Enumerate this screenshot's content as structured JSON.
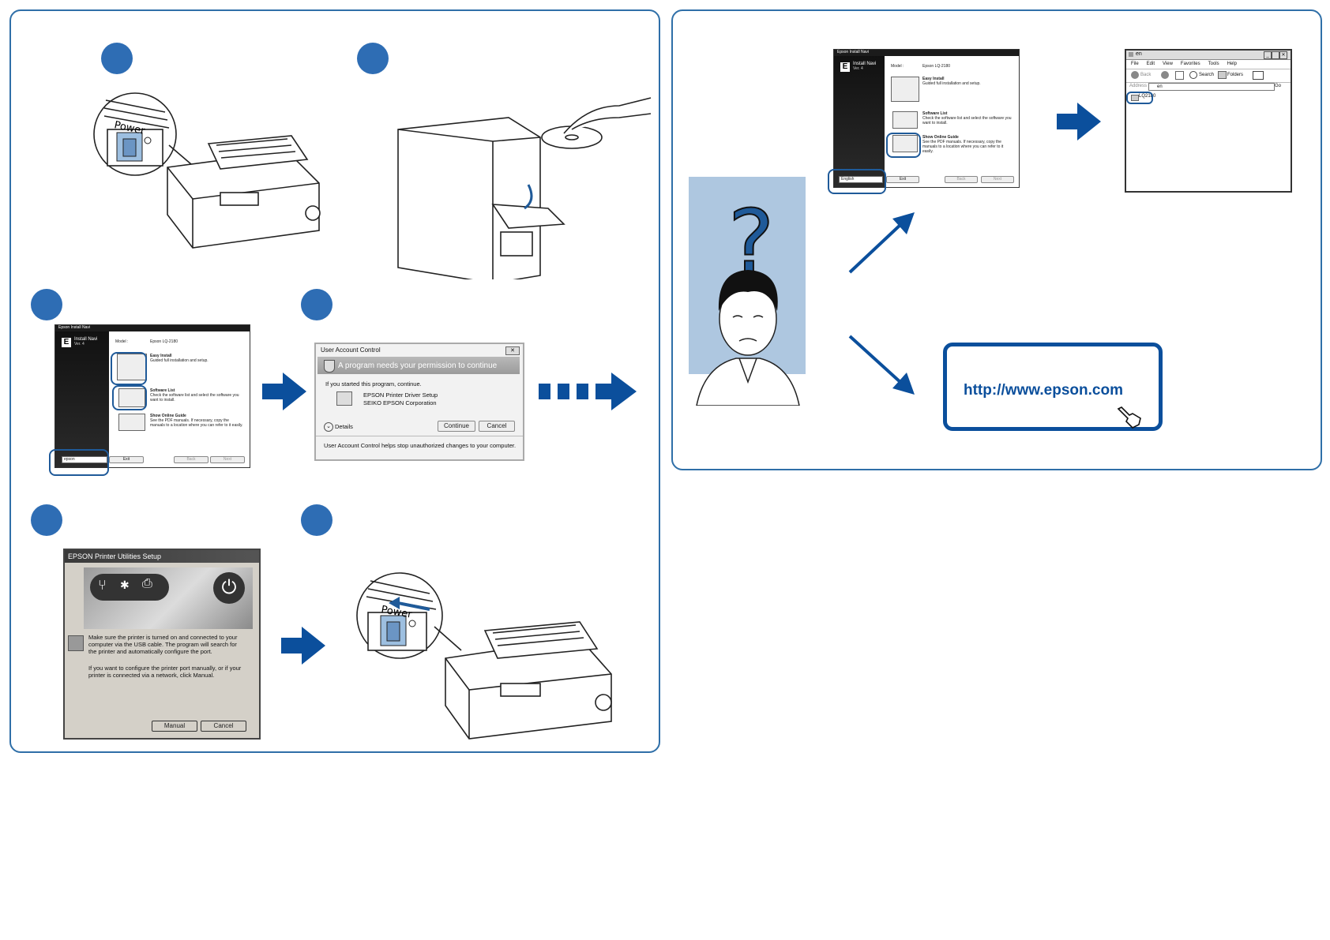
{
  "panel_left": {
    "step1": {
      "power_label": "Power"
    },
    "step3": {
      "window_title": "Epson Install Navi",
      "app_name": "Install Navi",
      "app_sub": "Ver. 4",
      "model_label": "Model :",
      "model_value": "Epson LQ-2180",
      "items": [
        {
          "title": "Easy Install",
          "desc": "Guided full installation and setup."
        },
        {
          "title": "Software List",
          "desc": "Check the software list and select the software you want to install."
        },
        {
          "title": "Show Online Guide",
          "desc": "See the PDF manuals. If necessary, copy the manuals to a location where you can refer to it easily."
        }
      ],
      "language_value": "epson",
      "buttons": [
        "Exit",
        "Back",
        "Next"
      ]
    },
    "step4": {
      "window_title": "User Account Control",
      "banner": "A program needs your permission to continue",
      "prompt": "If you started this program, continue.",
      "program_name": "EPSON Printer Driver Setup",
      "publisher": "SEIKO EPSON Corporation",
      "details_label": "Details",
      "continue_label": "Continue",
      "cancel_label": "Cancel",
      "footer": "User Account Control helps stop unauthorized changes to your computer."
    },
    "step5": {
      "window_title": "EPSON Printer Utilities Setup",
      "message1": "Make sure the printer is turned on and connected to your computer via the USB cable. The program will search for the printer and automatically configure the port.",
      "message2": "If you want to configure the printer port manually, or if your printer is connected via a network, click Manual.",
      "manual_label": "Manual",
      "cancel_label": "Cancel"
    },
    "step6": {
      "power_label": "Power"
    }
  },
  "panel_right": {
    "navi": {
      "window_title": "Epson Install Navi",
      "app_name": "Install Navi",
      "app_sub": "Ver. 4",
      "model_label": "Model :",
      "model_value": "Epson LQ-2180",
      "items": [
        {
          "title": "Easy Install",
          "desc": "Guided full installation and setup."
        },
        {
          "title": "Software List",
          "desc": "Check the software list and select the software you want to install."
        },
        {
          "title": "Show Online Guide",
          "desc": "See the PDF manuals. If necessary, copy the manuals to a location where you can refer to it easily."
        }
      ],
      "language_value": "English",
      "buttons": [
        "Exit",
        "Back",
        "Next"
      ]
    },
    "explorer": {
      "window_title": "en",
      "menu": [
        "File",
        "Edit",
        "View",
        "Favorites",
        "Tools",
        "Help"
      ],
      "back_label": "Back",
      "search_label": "Search",
      "folders_label": "Folders",
      "address_label": "Address",
      "address_value": "en",
      "go_label": "Go",
      "folder_item": "LQ2180"
    },
    "url": "http://www.epson.com"
  },
  "colors": {
    "accent": "#2e6db4",
    "arrow": "#0b4f9c",
    "frame": "#2f6fa8",
    "sky": "#aec7e0"
  }
}
